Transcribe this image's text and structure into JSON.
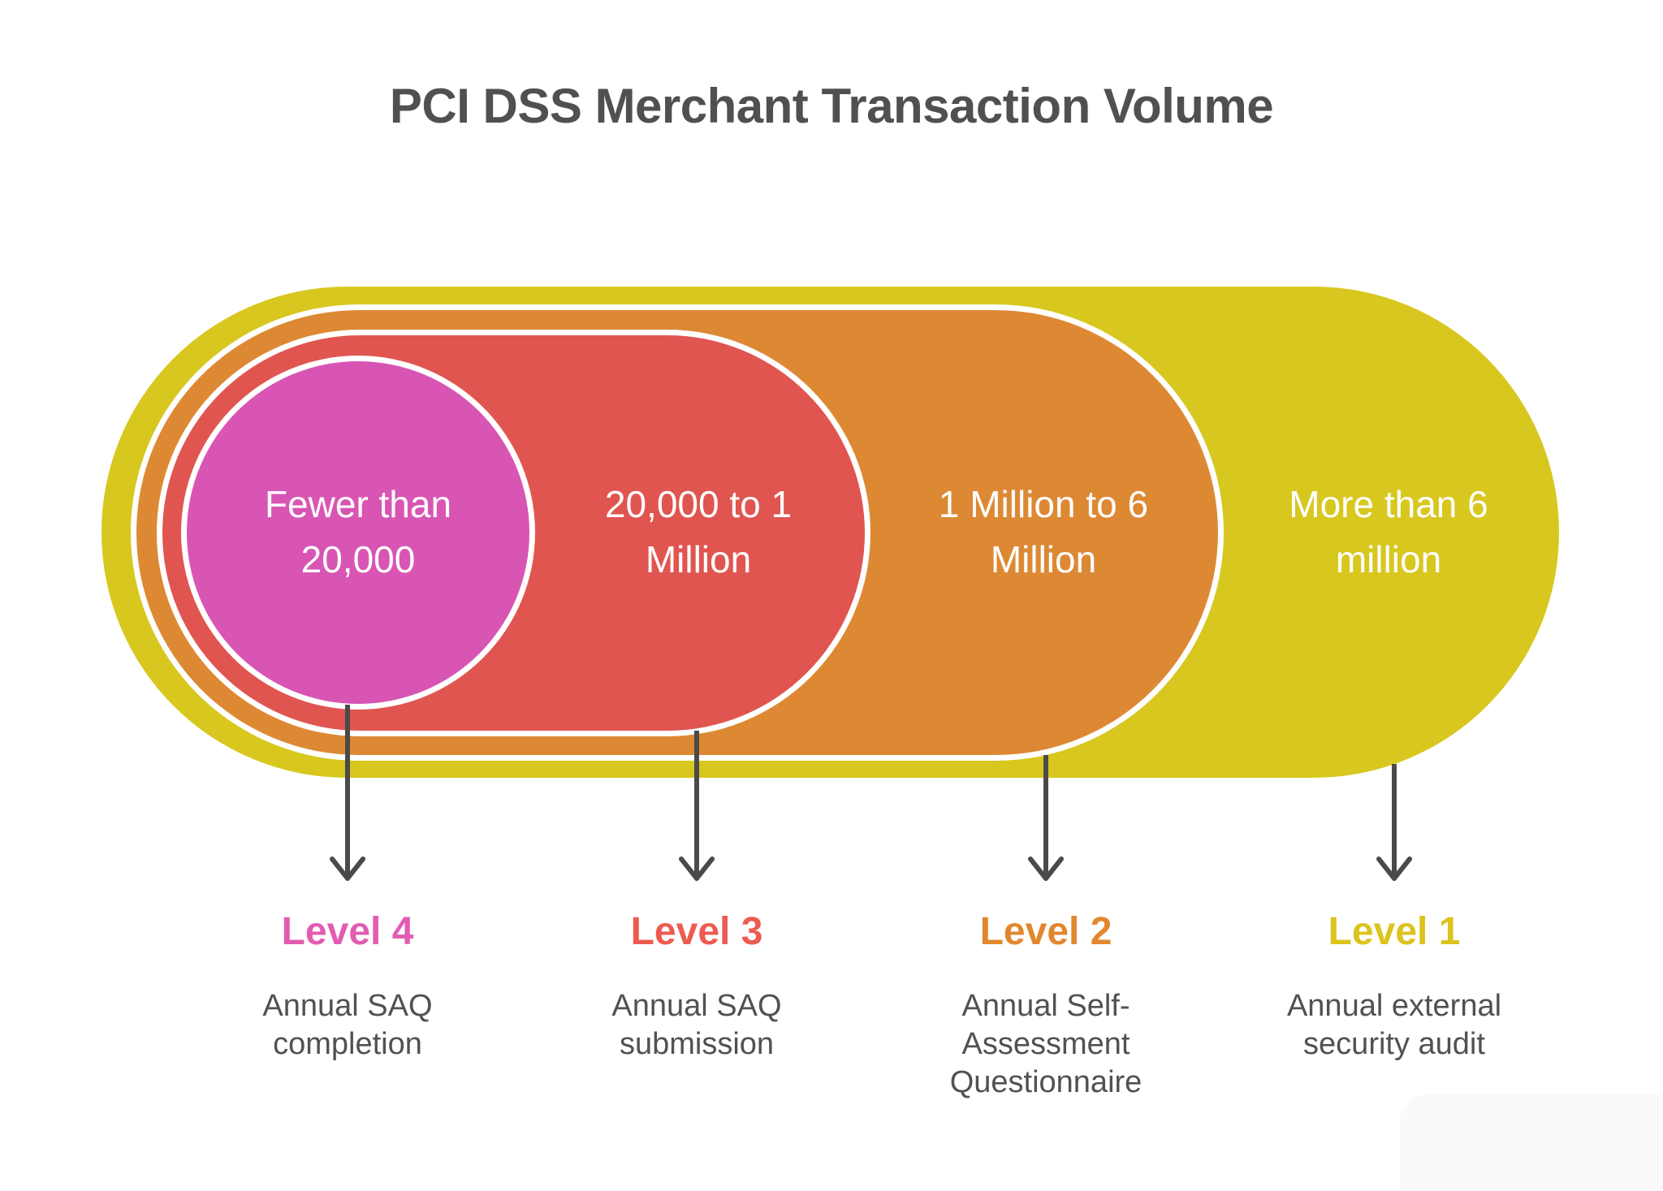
{
  "title": "PCI DSS Merchant Transaction Volume",
  "colors": {
    "level1_fill": "#d8c71e",
    "level2_fill": "#dd8934",
    "level3_fill": "#e05550",
    "level4_fill": "#d855b4",
    "level1_label": "#dcc31d",
    "level2_label": "#e2872e",
    "level3_label": "#ed5b51",
    "level4_label": "#e25cb2",
    "shape_text": "#ffffff",
    "arrow": "#4a4a4a",
    "title_text": "#4f5052",
    "requirement_text": "#515151",
    "watermark": "#fafafa"
  },
  "columns": [
    {
      "level": "Level 4",
      "volume": "Fewer than 20,000",
      "volume_lines": [
        "Fewer than",
        "20,000"
      ],
      "requirement": "Annual SAQ completion",
      "requirement_lines": [
        "Annual SAQ",
        "completion",
        ""
      ]
    },
    {
      "level": "Level 3",
      "volume": "20,000 to 1 Million",
      "volume_lines": [
        "20,000 to 1",
        "Million"
      ],
      "requirement": "Annual SAQ submission",
      "requirement_lines": [
        "Annual SAQ",
        "submission",
        ""
      ]
    },
    {
      "level": "Level 2",
      "volume": "1 Million to 6 Million",
      "volume_lines": [
        "1 Million to 6",
        "Million"
      ],
      "requirement": "Annual Self-Assessment Questionnaire",
      "requirement_lines": [
        "Annual Self-",
        "Assessment",
        "Questionnaire"
      ]
    },
    {
      "level": "Level 1",
      "volume": "More than 6 million",
      "volume_lines": [
        "More than 6",
        "million"
      ],
      "requirement": "Annual external security audit",
      "requirement_lines": [
        "Annual external",
        "security audit",
        ""
      ]
    }
  ]
}
